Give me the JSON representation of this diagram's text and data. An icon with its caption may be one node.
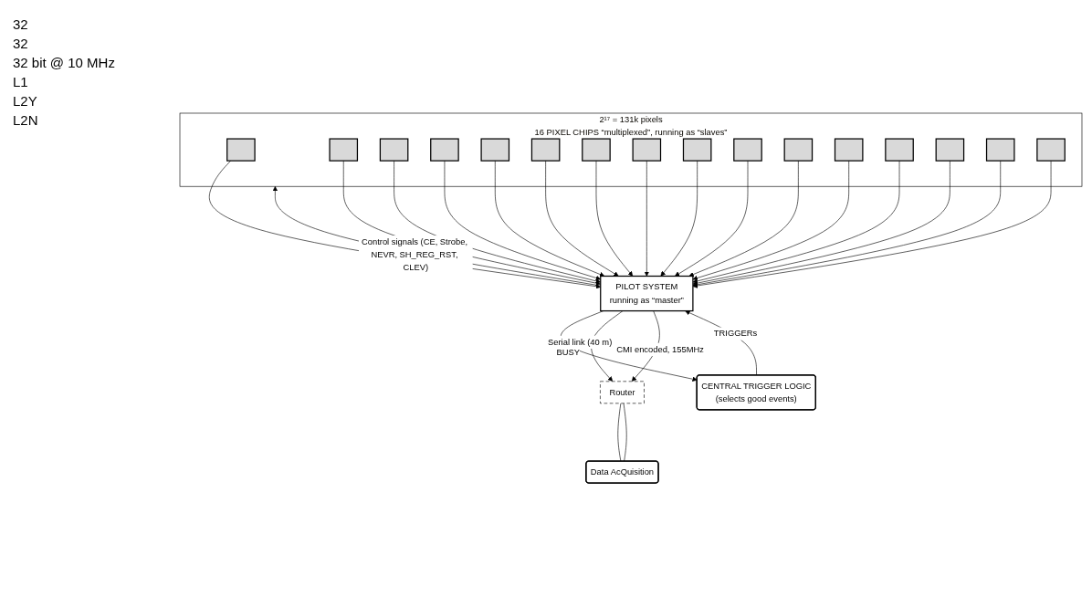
{
  "diagram": {
    "nodes": [
      {
        "text": [
          "2¹⁷ = 131k pixels",
          "16 PIXEL CHIPS “multiplexed”, running as “slaves”"
        ]
      },
      {
        "text": [],
        "shape": "box",
        "in": 0
      },
      {
        "text": [],
        "shape": "box",
        "in": 0
      },
      {
        "text": [],
        "shape": "box",
        "in": 0
      },
      {
        "text": [],
        "shape": "box",
        "in": 0
      },
      {
        "text": [],
        "shape": "box",
        "in": 0
      },
      {
        "text": [],
        "shape": "box",
        "in": 0
      },
      {
        "text": [],
        "shape": "box",
        "in": 0
      },
      {
        "text": [],
        "shape": "box",
        "in": 0
      },
      {
        "text": [],
        "shape": "box",
        "in": 0
      },
      {
        "text": [],
        "shape": "box",
        "in": 0
      },
      {
        "text": [],
        "shape": "box",
        "in": 0
      },
      {
        "text": [],
        "shape": "box",
        "in": 0
      },
      {
        "text": [],
        "shape": "box",
        "in": 0
      },
      {
        "text": [],
        "shape": "box",
        "in": 0
      },
      {
        "text": [],
        "shape": "box",
        "in": 0
      },
      {
        "text": [],
        "shape": "box",
        "in": 0
      },
      {
        "text": [
          "PILOT SYSTEM",
          "running as “master”"
        ]
      },
      {
        "text": [
          "Router"
        ]
      },
      {
        "text": [
          "CENTRAL TRIGGER LOGIC",
          "(selects good events)"
        ]
      },
      {
        "text": [
          "Data AcQuisition"
        ]
      }
    ],
    "edges": [
      {
        "from": 17,
        "to": 0,
        "arrow": "to",
        "label": "Control signals (CE, Strobe, NEVR, SH_REG_RST, CLEV)"
      },
      {
        "from": 1,
        "to": 17,
        "arrow": "to"
      },
      {
        "from": 2,
        "to": 17,
        "arrow": "to"
      },
      {
        "from": 3,
        "to": 17,
        "arrow": "to"
      },
      {
        "from": 4,
        "to": 17,
        "arrow": "to"
      },
      {
        "from": 5,
        "to": 17,
        "arrow": "to"
      },
      {
        "from": 6,
        "to": 17,
        "arrow": "to"
      },
      {
        "from": 7,
        "to": 17,
        "arrow": "to"
      },
      {
        "from": 8,
        "to": 17,
        "arrow": "to"
      },
      {
        "from": 9,
        "to": 17,
        "arrow": "to"
      },
      {
        "from": 10,
        "to": 17,
        "arrow": "to"
      },
      {
        "from": 11,
        "to": 17,
        "arrow": "to"
      },
      {
        "from": 12,
        "to": 17,
        "arrow": "to"
      },
      {
        "from": 13,
        "to": 17,
        "arrow": "to"
      },
      {
        "from": 14,
        "to": 17,
        "arrow": "to"
      },
      {
        "from": 15,
        "to": 17,
        "arrow": "to"
      },
      {
        "from": 16,
        "to": 17,
        "arrow": "to"
      },
      {
        "from": 19,
        "to": 17,
        "arrow": "to",
        "label": "TRIGGERs"
      },
      {
        "from": 17,
        "to": 19,
        "arrow": "to",
        "label": "BUSY"
      },
      {
        "from": 17,
        "to": 18,
        "arrow": "to",
        "label": "Serial link (40 m)"
      },
      {
        "from": 17,
        "to": 18,
        "arrow": "to",
        "label": "CMI encoded, 155MHz"
      },
      {
        "from": 18,
        "to": 20,
        "arrow": "none"
      },
      {
        "from": 18,
        "to": 20,
        "arrow": "none"
      }
    ],
    "labels": [
      "32",
      "32",
      "32 bit @ 10 MHz",
      "L1",
      "L2Y",
      "L2N"
    ]
  }
}
